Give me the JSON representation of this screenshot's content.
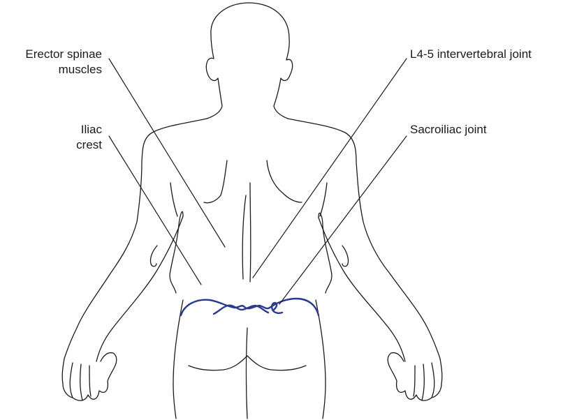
{
  "labels": {
    "erector_spinae": {
      "line1": "Erector spinae",
      "line2": "muscles"
    },
    "iliac_crest": {
      "line1": "Iliac",
      "line2": "crest"
    },
    "l4_5_joint": "L4-5 intervertebral joint",
    "sacroiliac_joint": "Sacroiliac joint"
  },
  "colors": {
    "outline": "#1a1a1a",
    "iliac_crest_curve": "#2a3a8f",
    "background": "#ffffff"
  }
}
